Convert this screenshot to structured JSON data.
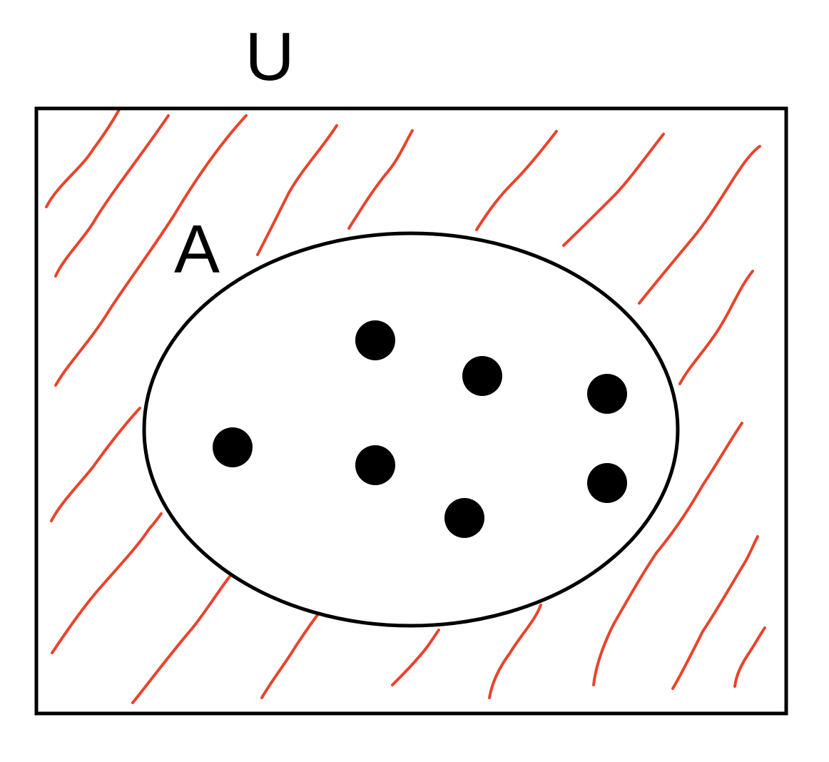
{
  "universe": {
    "label": "U"
  },
  "set_a": {
    "label": "A",
    "element_count": 7
  },
  "colors": {
    "outline": "#000000",
    "shading": "#e8442c",
    "element": "#000000",
    "background": "#ffffff"
  },
  "shaded_region": "complement of A"
}
